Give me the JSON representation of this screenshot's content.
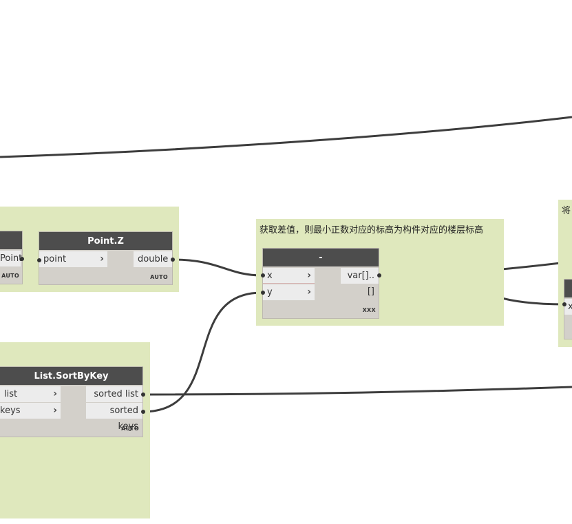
{
  "groups": {
    "diff_title": "获取差值，则最小正数对应的标高为构件对应的楼层标高",
    "right_title": "将"
  },
  "nodes": {
    "point_z": {
      "title": "Point.Z",
      "input": "point",
      "output": "double",
      "lacing": "AUTO"
    },
    "left_partial": {
      "output": "Point",
      "lacing": "AUTO"
    },
    "subtract": {
      "title": "-",
      "inputs": [
        "x",
        "y"
      ],
      "output": "var[]..[]",
      "lacing": "XXX"
    },
    "sort_by_key": {
      "title": "List.SortByKey",
      "inputs": [
        "list",
        "keys"
      ],
      "outputs": [
        "sorted list",
        "sorted keys"
      ],
      "lacing": "AUTO"
    },
    "right_partial": {
      "input": "x"
    }
  }
}
